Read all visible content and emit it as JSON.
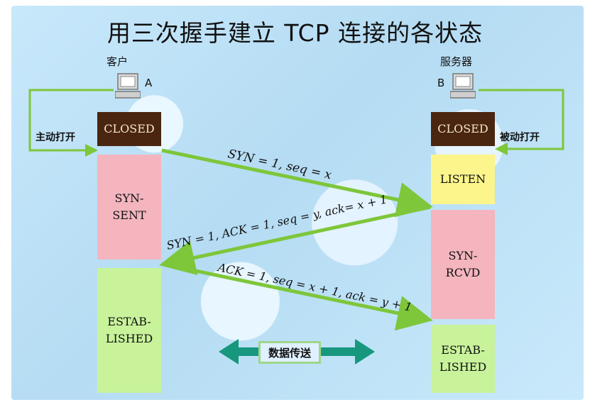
{
  "title": "用三次握手建立 TCP 连接的各状态",
  "client": {
    "role_label": "客户",
    "host_label": "A",
    "open_label": "主动打开",
    "states": [
      "CLOSED",
      "SYN-\nSENT",
      "ESTAB-\nLISHED"
    ]
  },
  "server": {
    "role_label": "服务器",
    "host_label": "B",
    "open_label": "被动打开",
    "states": [
      "CLOSED",
      "LISTEN",
      "SYN-\nRCVD",
      "ESTAB-\nLISHED"
    ]
  },
  "messages": [
    {
      "text": "SYN = 1, seq = x"
    },
    {
      "text": "SYN = 1, ACK = 1, seq = y, ack= x + 1"
    },
    {
      "text": "ACK = 1, seq = x + 1, ack = y + 1"
    }
  ],
  "data_transfer_label": "数据传送",
  "colors": {
    "closed": "#4a2510",
    "syn_state": "#f4b5be",
    "established": "#c8f39b",
    "listen": "#fbf58c",
    "arrow_green": "#7ec63a",
    "data_arrow": "#16977e"
  }
}
